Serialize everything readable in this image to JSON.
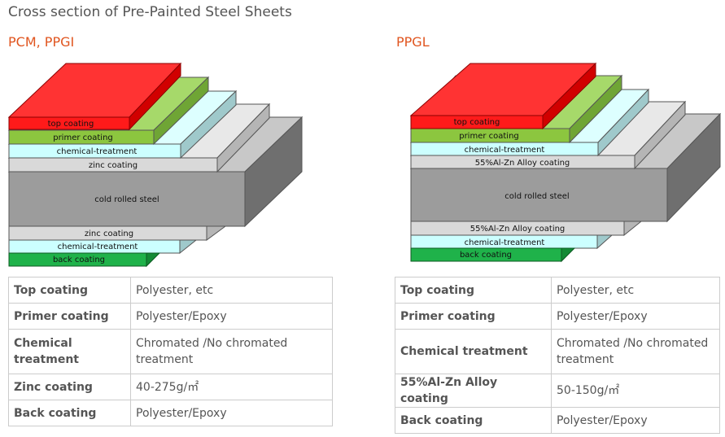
{
  "title": "Cross section of Pre-Painted Steel Sheets",
  "left": {
    "heading": "PCM, PPGI",
    "layers": {
      "top": "top coating",
      "primer": "primer coating",
      "chem_top": "chemical-treatment",
      "metal_top": "zinc coating",
      "core": "cold rolled steel",
      "metal_bottom": "zinc coating",
      "chem_bottom": "chemical-treatment",
      "back": "back coating"
    },
    "table": [
      {
        "label": "Top coating",
        "value": "Polyester, etc"
      },
      {
        "label": "Primer coating",
        "value": "Polyester/Epoxy"
      },
      {
        "label": "Chemical treatment",
        "value": "Chromated /No chromated treatment"
      },
      {
        "label": "Zinc coating",
        "value": "40-275g/㎡"
      },
      {
        "label": "Back coating",
        "value": "Polyester/Epoxy"
      }
    ]
  },
  "right": {
    "heading": "PPGL",
    "layers": {
      "top": "top coating",
      "primer": "primer coating",
      "chem_top": "chemical-treatment",
      "metal_top": "55%Al-Zn Alloy coating",
      "core": "cold rolled steel",
      "metal_bottom": "55%Al-Zn Alloy coating",
      "chem_bottom": "chemical-treatment",
      "back": "back coating"
    },
    "table": [
      {
        "label": "Top coating",
        "value": "Polyester, etc"
      },
      {
        "label": "Primer coating",
        "value": "Polyester/Epoxy"
      },
      {
        "label": "Chemical treatment",
        "value": "Chromated /No chromated treatment"
      },
      {
        "label": "55%Al-Zn Alloy coating",
        "value": "50-150g/㎡"
      },
      {
        "label": "Back coating",
        "value": "Polyester/Epoxy"
      }
    ]
  },
  "colors": {
    "top": "#ff1a1a",
    "primer": "#8cc63f",
    "chem": "#ccffff",
    "metal": "#d9d9d9",
    "core": "#9c9c9c",
    "back": "#1fb24a",
    "heading": "#e0551f"
  }
}
